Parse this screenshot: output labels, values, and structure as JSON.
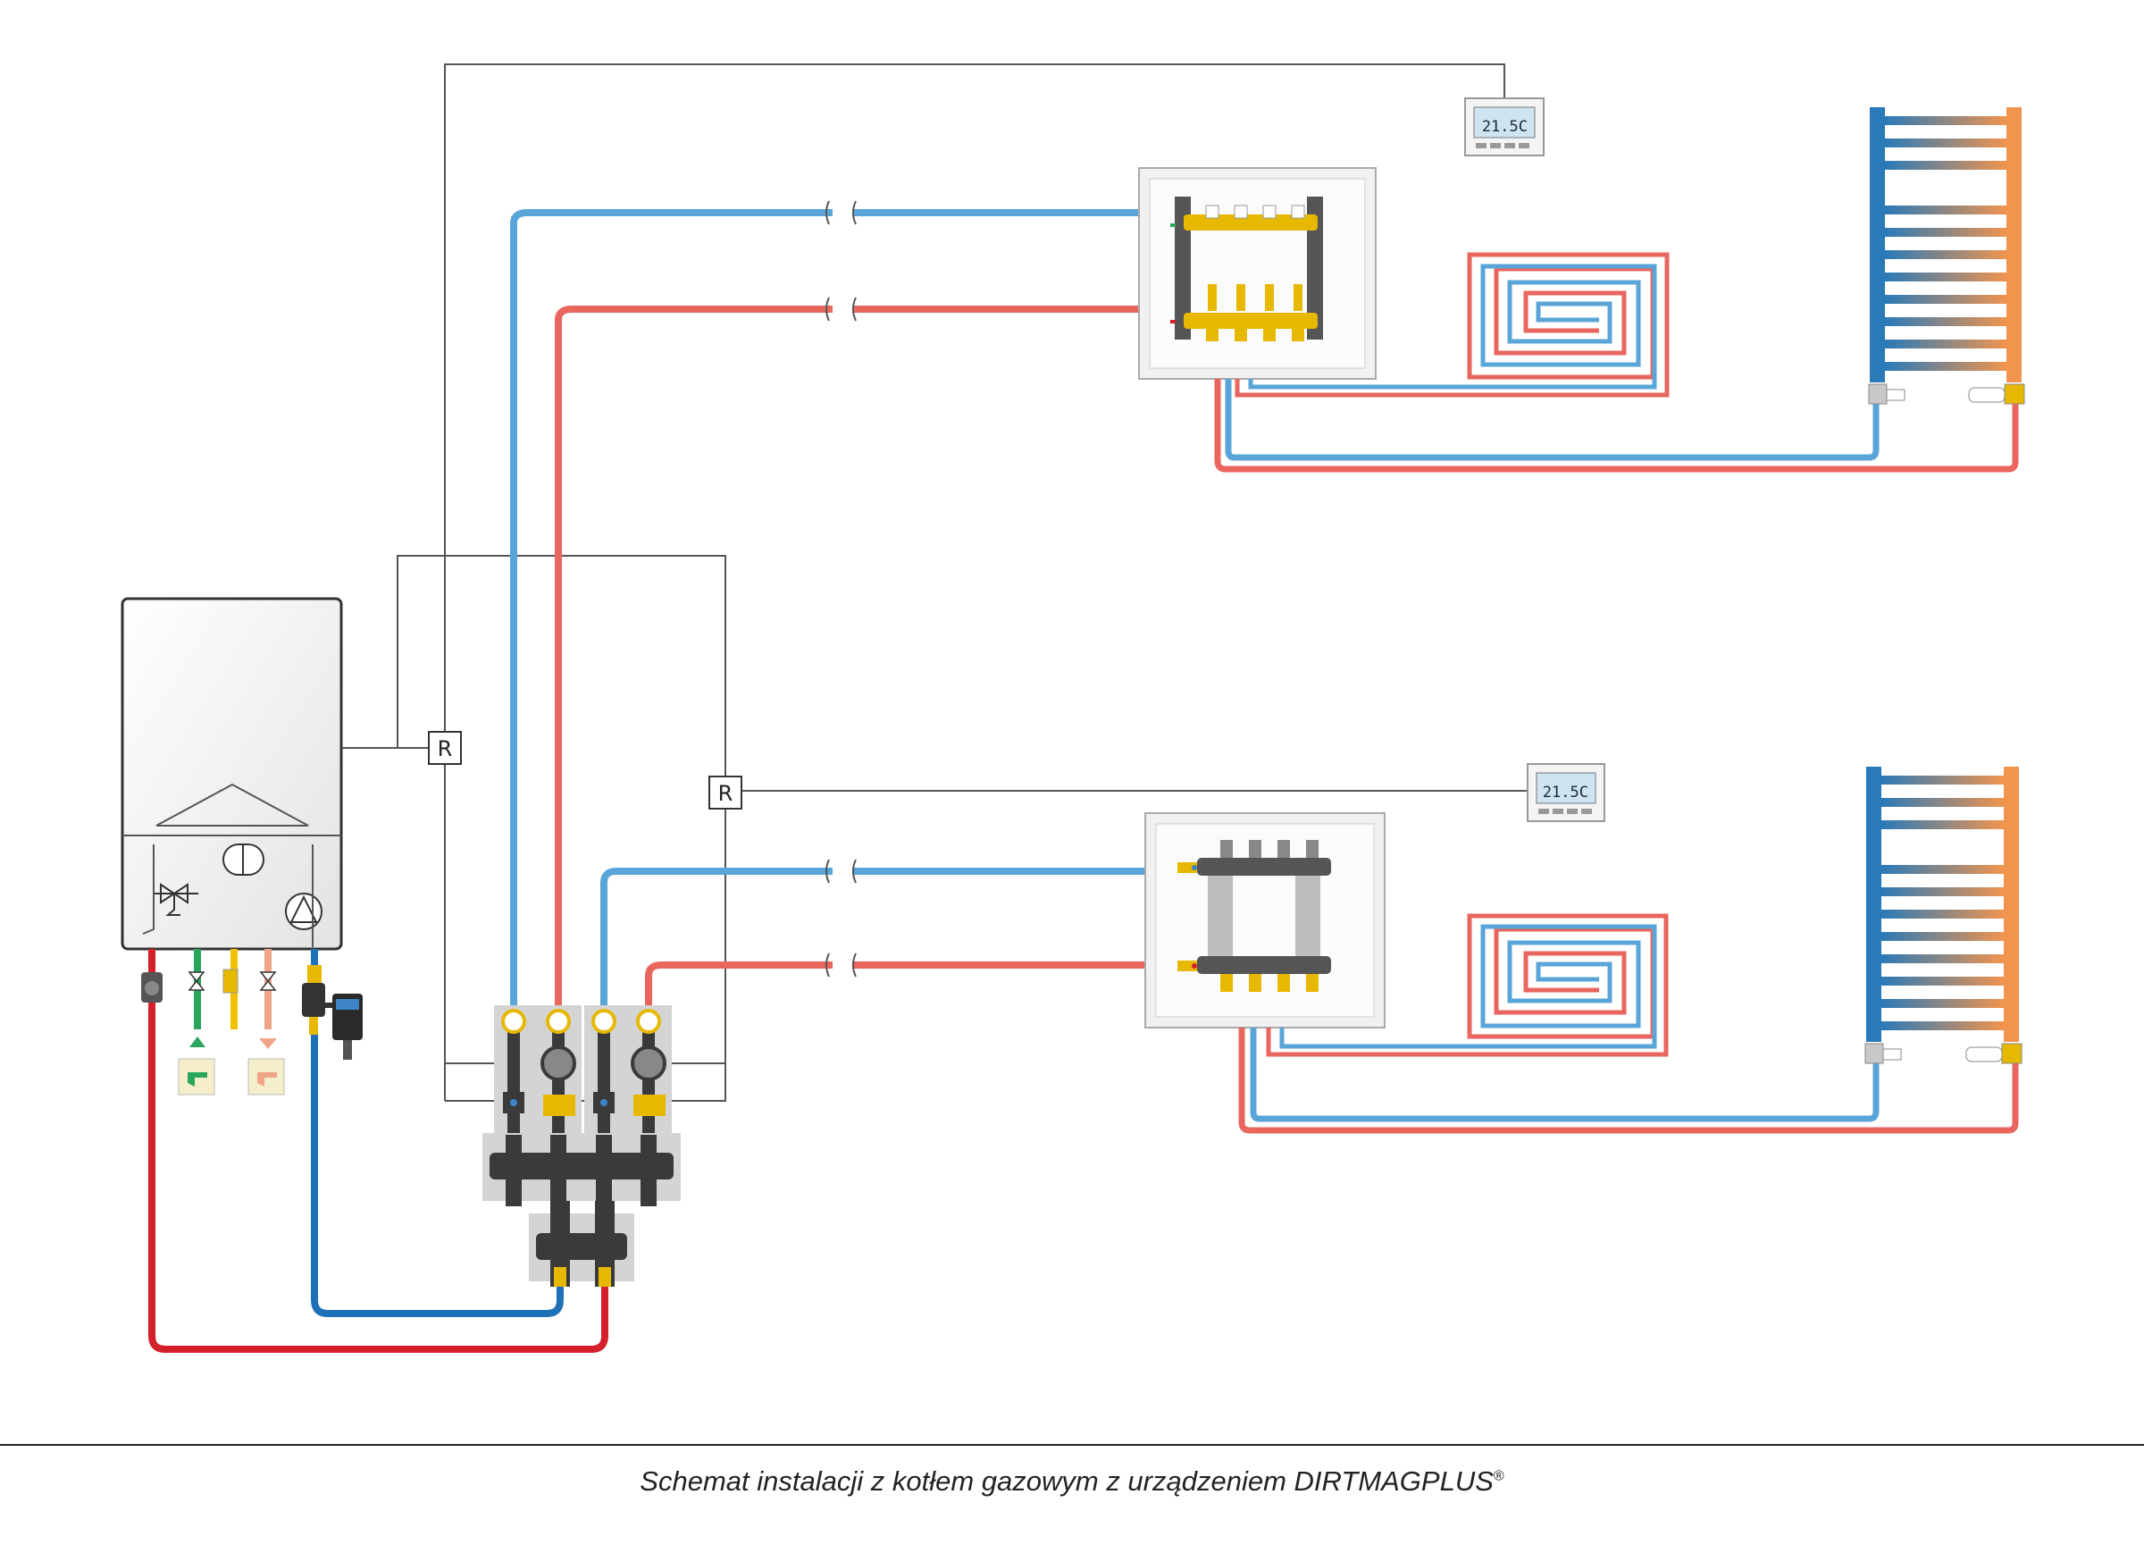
{
  "relay_label": "R",
  "thermostat_display": "21.5C",
  "caption": "Schemat instalacji z kotłem gazowym z urządzeniem DIRTMAGPLUS",
  "caption_mark": "®",
  "colors": {
    "cold_pipe": "#5aa5d8",
    "hot_pipe": "#e8665e",
    "primary_cold": "#1e70b8",
    "primary_hot": "#d4202a",
    "manifold_brass": "#e6b800",
    "cabinet": "#f1f1f1",
    "radiator_cold": "#2a7ab8",
    "radiator_hot": "#f0944e",
    "wire": "#555555"
  }
}
